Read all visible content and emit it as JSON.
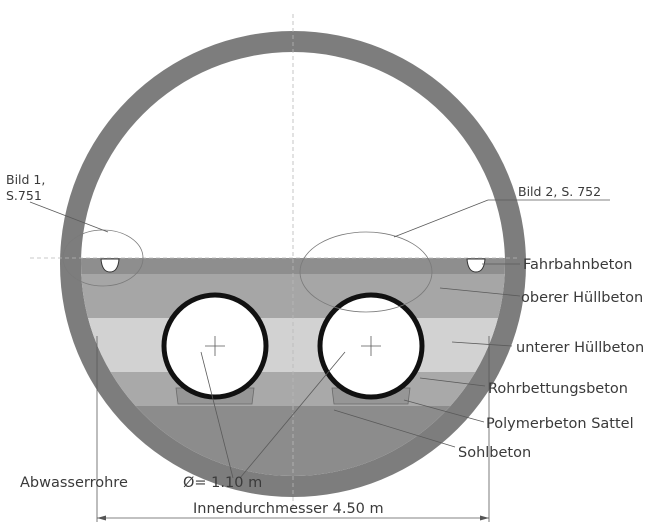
{
  "labels": {
    "fahrbahnbeton": "Fahrbahnbeton",
    "oberer_huellbeton": "oberer Hüllbeton",
    "unterer_huellbeton": "unterer Hüllbeton",
    "rohrbettungsbeton": "Rohrbettungsbeton",
    "polymerbeton_sattel": "Polymerbeton Sattel",
    "sohlbeton": "Sohlbeton",
    "abwasserrohre": "Abwasserrohre",
    "diameter": "Ø= 1.10 m",
    "innendurchmesser": "Innendurchmesser 4.50 m"
  },
  "detail_refs": {
    "bild1_line1": "Bild 1,",
    "bild1_line2": "S.751",
    "bild2": "Bild 2, S. 752"
  },
  "colors": {
    "tunnel_ring": "#7d7d7d",
    "fahrbahnbeton": "#8e8e8e",
    "oberer_huellbeton": "#a6a6a6",
    "unterer_huellbeton": "#d2d2d2",
    "rohrbettungsbeton": "#a9a9a9",
    "sohlbeton": "#8c8c8c",
    "pipe_wall": "#111111"
  }
}
